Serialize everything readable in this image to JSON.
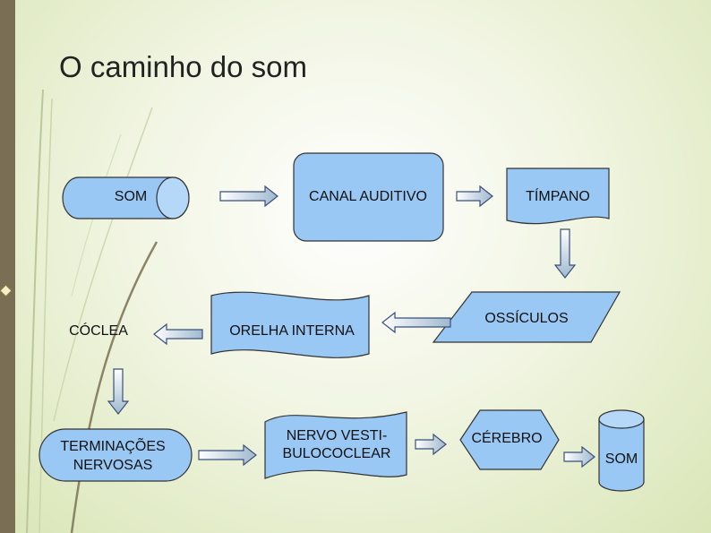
{
  "title": "O caminho do som",
  "colors": {
    "node_fill": "#99c8f5",
    "node_stroke": "#333333",
    "background": "#e9f0d2",
    "left_bar": "#7a6f55"
  },
  "diagram": {
    "nodes": {
      "som_start": "SOM",
      "canal": "CANAL AUDITIVO",
      "timpano": "TÍMPANO",
      "ossiculos": "OSSÍCULOS",
      "orelha": "ORELHA INTERNA",
      "coclea": "CÓCLEA",
      "terminacoes_1": "TERMINAÇÕES",
      "terminacoes_2": "NERVOSAS",
      "nervo_1": "NERVO VESTI-",
      "nervo_2": "BULOCOCLEAR",
      "cerebro": "CÉREBRO",
      "som_end": "SOM"
    },
    "edges": [
      {
        "from": "som_start",
        "to": "canal"
      },
      {
        "from": "canal",
        "to": "timpano"
      },
      {
        "from": "timpano",
        "to": "ossiculos"
      },
      {
        "from": "ossiculos",
        "to": "orelha"
      },
      {
        "from": "orelha",
        "to": "coclea"
      },
      {
        "from": "coclea",
        "to": "terminacoes"
      },
      {
        "from": "terminacoes",
        "to": "nervo"
      },
      {
        "from": "nervo",
        "to": "cerebro"
      },
      {
        "from": "cerebro",
        "to": "som_end"
      }
    ]
  }
}
